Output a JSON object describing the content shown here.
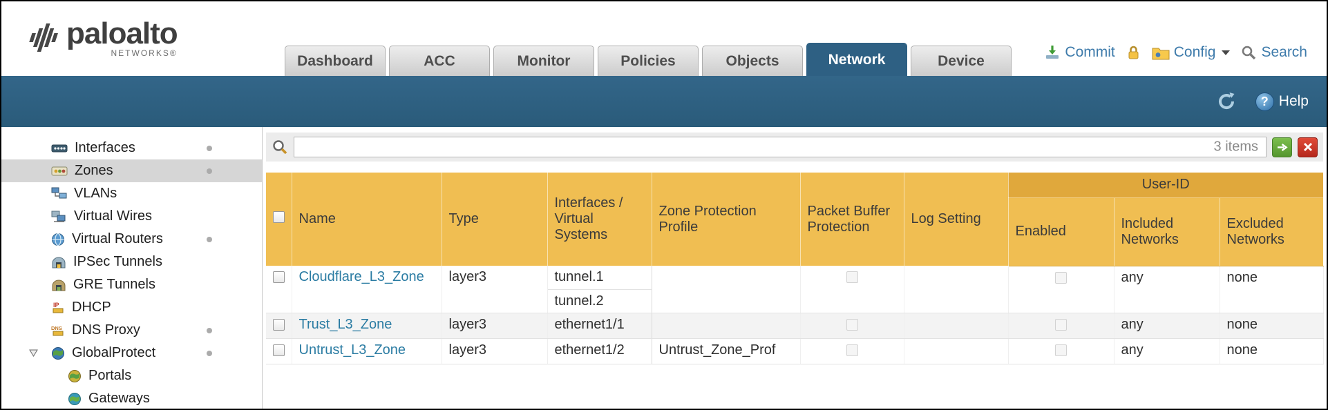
{
  "colors": {
    "header_orange": "#f0be52",
    "userid_band": "#e0a83c",
    "teal_bar": "#2e6083",
    "link_blue": "#2b7ca3",
    "apply_green": "#55962e",
    "clear_red": "#b5281d"
  },
  "brand": {
    "logo_text": "paloalto",
    "logo_sub": "NETWORKS®"
  },
  "nav": {
    "tabs": [
      {
        "label": "Dashboard"
      },
      {
        "label": "ACC"
      },
      {
        "label": "Monitor"
      },
      {
        "label": "Policies"
      },
      {
        "label": "Objects"
      },
      {
        "label": "Network"
      },
      {
        "label": "Device"
      }
    ],
    "active_tab": "Network",
    "actions": {
      "commit": "Commit",
      "config": "Config",
      "search": "Search"
    },
    "help": "Help"
  },
  "icons": {
    "help_glyph": "?"
  },
  "sidebar": {
    "selected": "Zones",
    "items": [
      {
        "label": "Interfaces",
        "has_dot": true
      },
      {
        "label": "Zones",
        "has_dot": true
      },
      {
        "label": "VLANs",
        "has_dot": false
      },
      {
        "label": "Virtual Wires",
        "has_dot": false
      },
      {
        "label": "Virtual Routers",
        "has_dot": true
      },
      {
        "label": "IPSec Tunnels",
        "has_dot": false
      },
      {
        "label": "GRE Tunnels",
        "has_dot": false
      },
      {
        "label": "DHCP",
        "has_dot": false
      },
      {
        "label": "DNS Proxy",
        "has_dot": true
      },
      {
        "label": "GlobalProtect",
        "has_dot": true
      },
      {
        "label": "Portals",
        "has_dot": false
      },
      {
        "label": "Gateways",
        "has_dot": false
      }
    ]
  },
  "filter": {
    "value": "",
    "items_count": "3 items"
  },
  "table": {
    "group_header": "User-ID",
    "columns": {
      "name": "Name",
      "type": "Type",
      "interfaces": "Interfaces / Virtual Systems",
      "zone_protection": "Zone Protection Profile",
      "packet_buffer": "Packet Buffer Protection",
      "log_setting": "Log Setting",
      "enabled": "Enabled",
      "included": "Included Networks",
      "excluded": "Excluded Networks"
    },
    "rows": [
      {
        "name": "Cloudflare_L3_Zone",
        "type": "layer3",
        "interfaces": [
          "tunnel.1",
          "tunnel.2"
        ],
        "zone_protection_profile": "",
        "log_setting": "",
        "included_networks": "any",
        "excluded_networks": "none"
      },
      {
        "name": "Trust_L3_Zone",
        "type": "layer3",
        "interfaces": [
          "ethernet1/1"
        ],
        "zone_protection_profile": "",
        "log_setting": "",
        "included_networks": "any",
        "excluded_networks": "none"
      },
      {
        "name": "Untrust_L3_Zone",
        "type": "layer3",
        "interfaces": [
          "ethernet1/2"
        ],
        "zone_protection_profile": "Untrust_Zone_Prof",
        "log_setting": "",
        "included_networks": "any",
        "excluded_networks": "none"
      }
    ]
  }
}
